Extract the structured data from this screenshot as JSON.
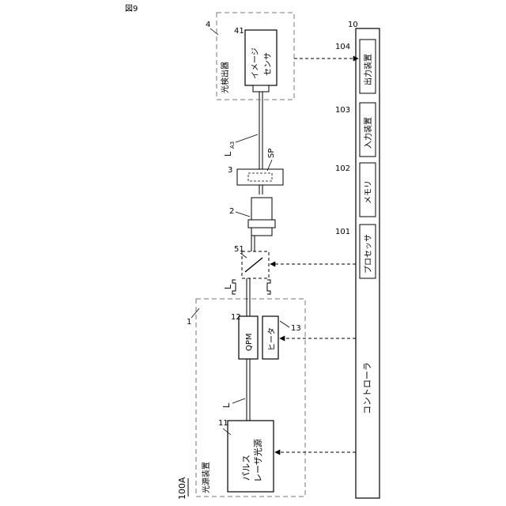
{
  "figure_label": "図9",
  "system_ref": "100A",
  "light_source": {
    "ref": "1",
    "title": "光源装置",
    "laser": {
      "ref": "11",
      "label_line1": "パルス",
      "label_line2": "レーザ光源"
    },
    "qpm": {
      "ref": "12",
      "label": "QPM"
    },
    "heater": {
      "ref": "13",
      "label": "ヒータ"
    }
  },
  "beam_labels": {
    "l1": "L",
    "l2": "L",
    "la3_main": "L",
    "la3_sub": "A3"
  },
  "element_51": {
    "ref": "51"
  },
  "element_2": {
    "ref": "2"
  },
  "sample_3": {
    "ref": "3",
    "sp_label": "SP"
  },
  "detector": {
    "ref": "4",
    "title": "光検出器",
    "sensor": {
      "ref": "41",
      "label_line1": "イメージ",
      "label_line2": "センサ"
    }
  },
  "controller": {
    "ref": "10",
    "label": "コントローラ",
    "processor": {
      "ref": "101",
      "label": "プロセッサ"
    },
    "memory": {
      "ref": "102",
      "label": "メモリ"
    },
    "input": {
      "ref": "103",
      "label": "入力装置"
    },
    "output": {
      "ref": "104",
      "label": "出力装置"
    }
  }
}
